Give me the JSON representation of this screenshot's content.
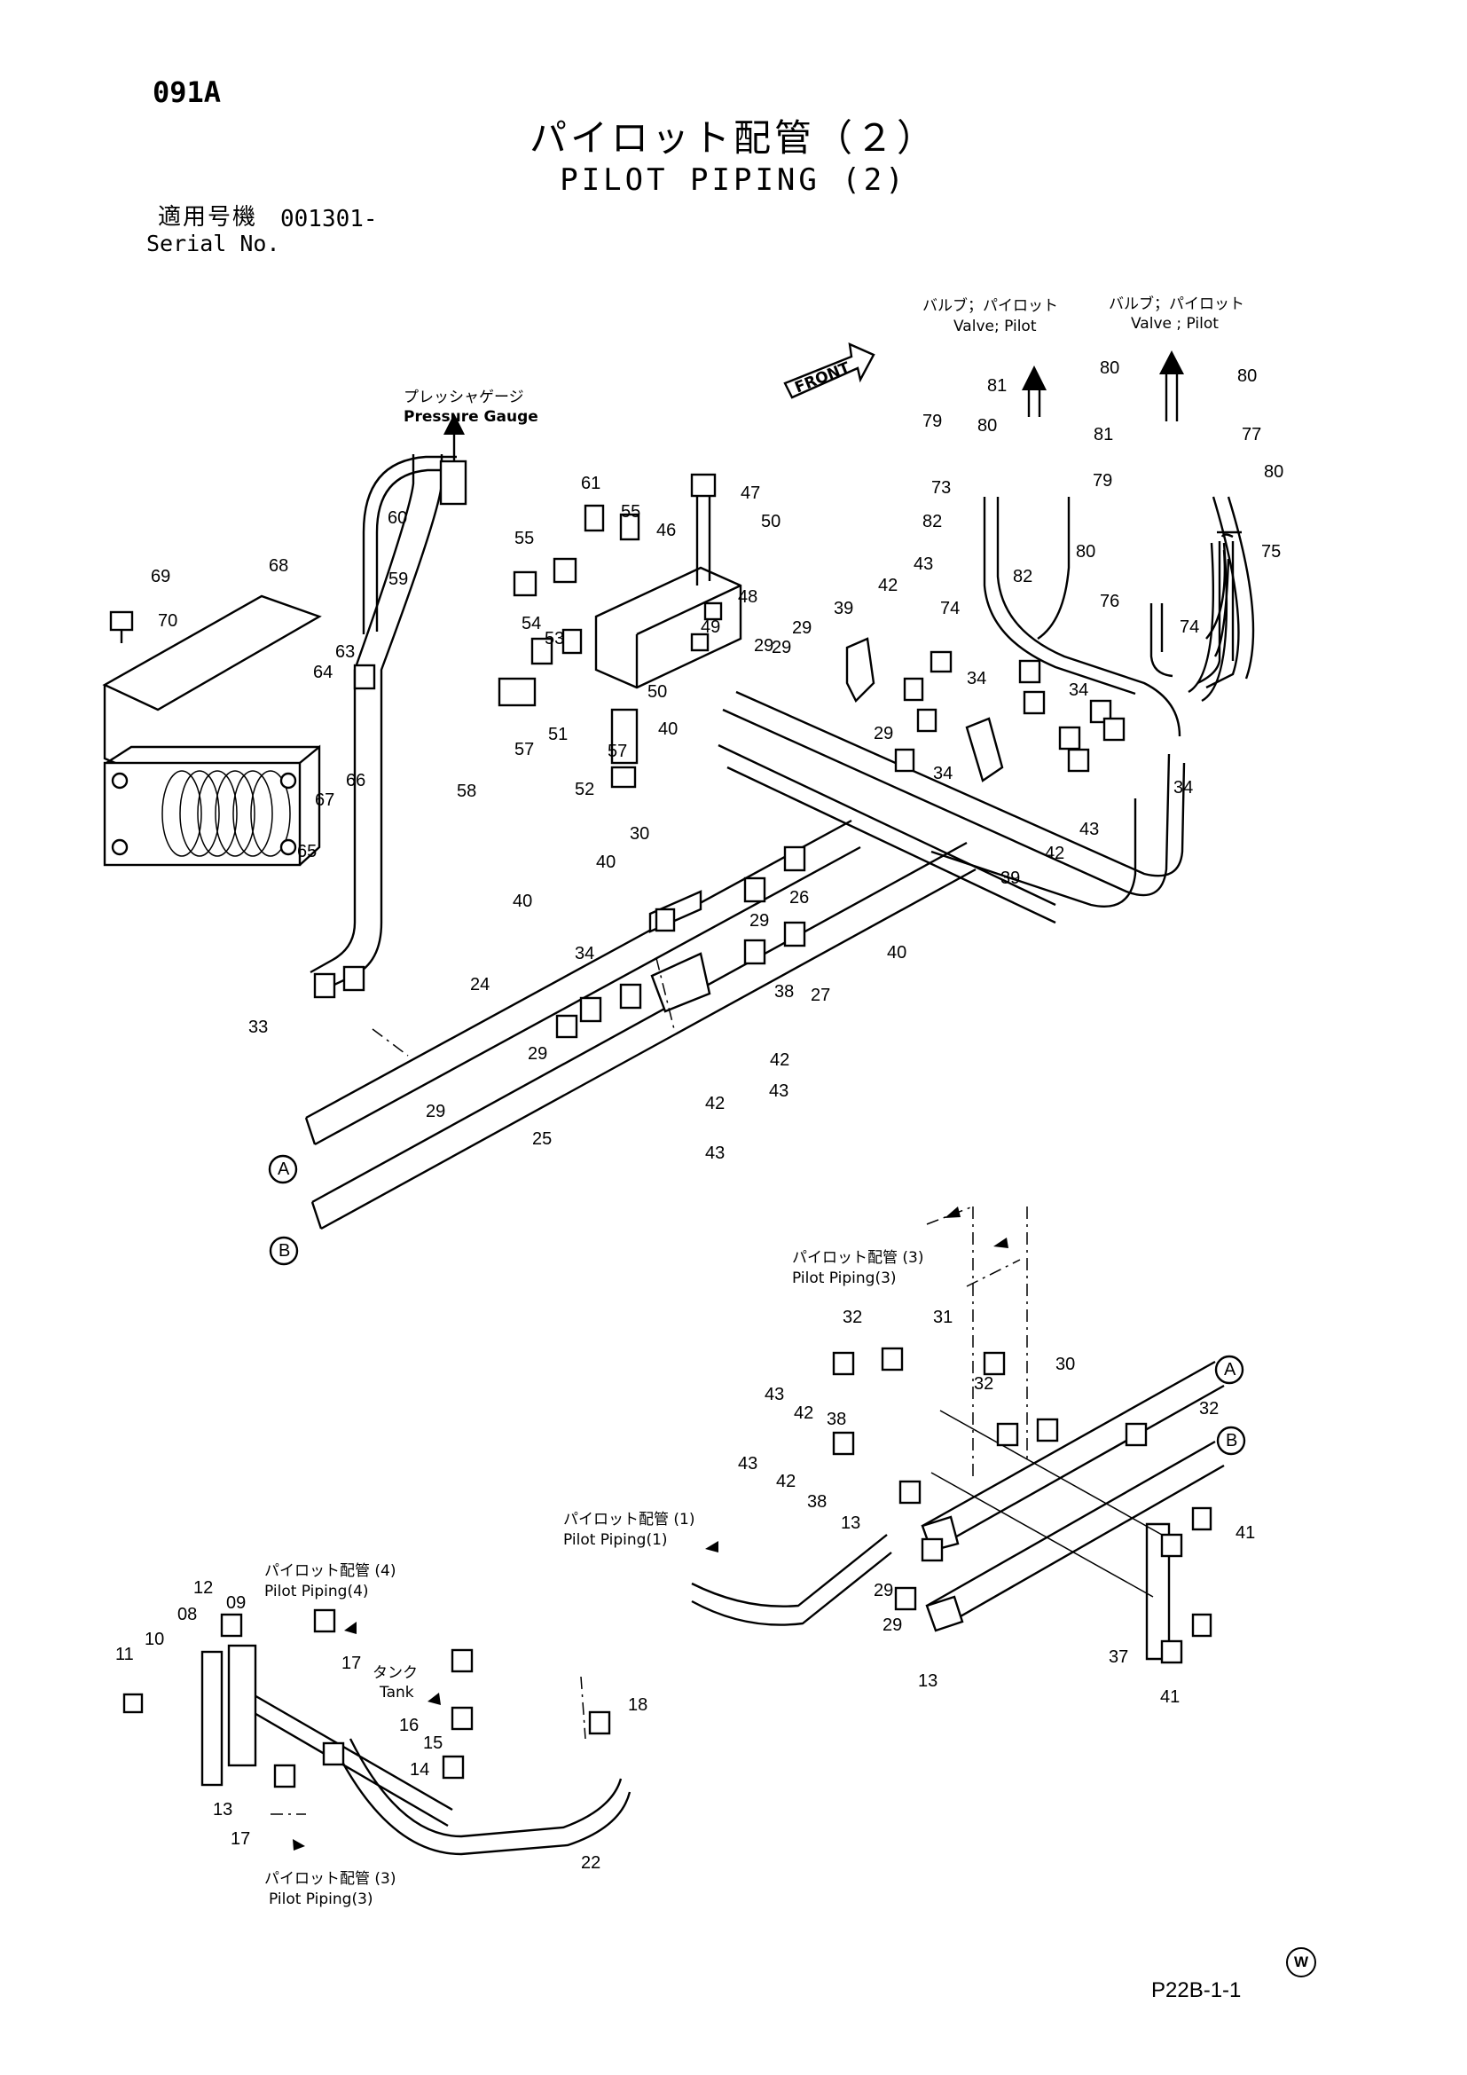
{
  "header": {
    "code": "091A",
    "title_jp": "パイロット配管（２）",
    "title_en": "PILOT PIPING (2)",
    "serial_label_jp": "適用号機",
    "serial_value": "001301-",
    "serial_label_en": "Serial No."
  },
  "labels": {
    "pressure_gauge_jp": "プレッシャゲージ",
    "pressure_gauge_en": "Pressure Gauge",
    "valve_pilot_1_jp": "バルブ；パイロット",
    "valve_pilot_1_en": "Valve; Pilot",
    "valve_pilot_2_jp": "バルブ；パイロット",
    "valve_pilot_2_en": "Valve ; Pilot",
    "front": "FRONT",
    "pilot_piping_3a_jp": "パイロット配管 (3)",
    "pilot_piping_3a_en": "Pilot Piping(3)",
    "pilot_piping_1_jp": "パイロット配管 (1)",
    "pilot_piping_1_en": "Pilot Piping(1)",
    "pilot_piping_4_jp": "パイロット配管 (4)",
    "pilot_piping_4_en": "Pilot Piping(4)",
    "tank_jp": "タンク",
    "tank_en": "Tank",
    "pilot_piping_3b_jp": "パイロット配管 (3)",
    "pilot_piping_3b_en": "Pilot Piping(3)",
    "circle_a": "A",
    "circle_b": "B"
  },
  "footer": {
    "watermark": "W",
    "ref_code": "P22B-1-1"
  },
  "part_numbers": [
    "81",
    "80",
    "80",
    "79",
    "80",
    "81",
    "77",
    "73",
    "79",
    "80",
    "82",
    "82",
    "80",
    "75",
    "76",
    "74",
    "43",
    "42",
    "39",
    "74",
    "61",
    "47",
    "55",
    "50",
    "46",
    "60",
    "55",
    "59",
    "48",
    "54",
    "53",
    "49",
    "29",
    "29",
    "50",
    "63",
    "64",
    "51",
    "57",
    "66",
    "58",
    "69",
    "68",
    "70",
    "67",
    "65",
    "52",
    "57",
    "40",
    "29",
    "34",
    "34",
    "29",
    "34",
    "34",
    "43",
    "42",
    "39",
    "40",
    "30",
    "40",
    "26",
    "29",
    "40",
    "27",
    "38",
    "34",
    "24",
    "33",
    "29",
    "42",
    "43",
    "29",
    "42",
    "25",
    "43",
    "32",
    "31",
    "43",
    "42",
    "38",
    "32",
    "30",
    "32",
    "43",
    "42",
    "38",
    "13",
    "41",
    "29",
    "29",
    "37",
    "41",
    "12",
    "13",
    "09",
    "08",
    "17",
    "11",
    "10",
    "16",
    "15",
    "18",
    "14",
    "13",
    "17",
    "22"
  ]
}
